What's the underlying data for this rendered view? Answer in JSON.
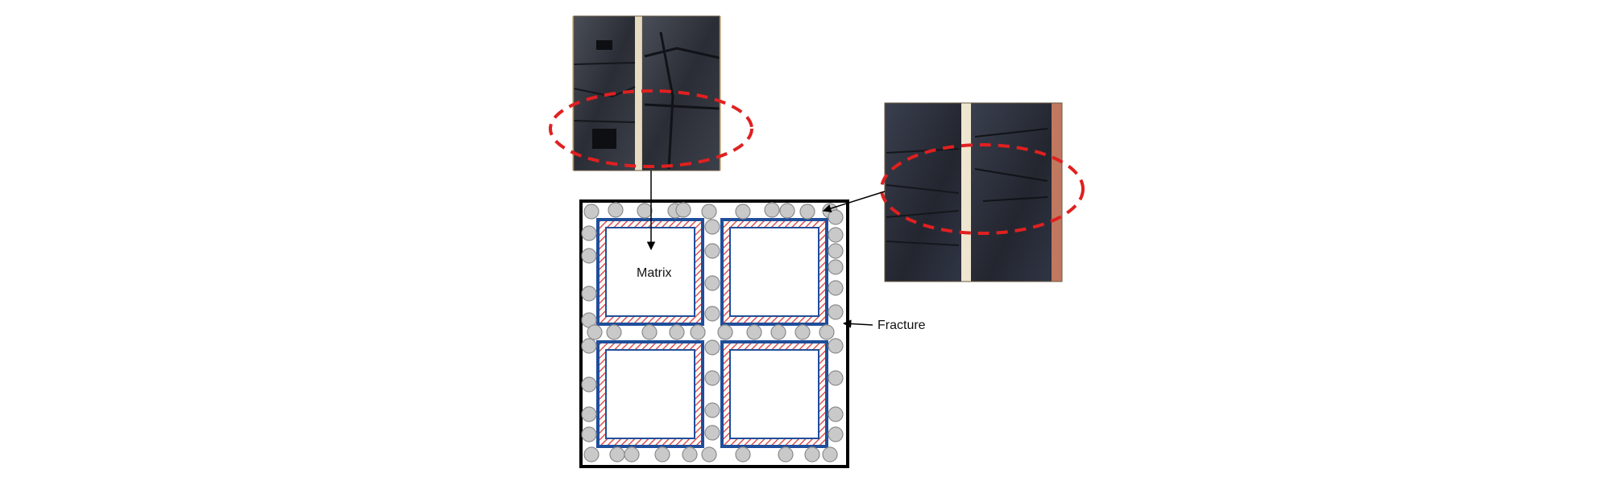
{
  "labels": {
    "matrix": "Matrix",
    "fracture": "Fracture"
  },
  "colors": {
    "frame": "#000000",
    "block_border": "#1f4e9b",
    "block_hatch": "#d9534f",
    "grain_fill": "#c9c9c9",
    "grain_stroke": "#8a8a8a",
    "ellipse": "#e02020",
    "core_rock": "#2c3038",
    "core_tray": "#c8a878"
  },
  "icons": {
    "core_photo_left": "rock-core-photo",
    "core_photo_right": "rock-core-photo"
  }
}
